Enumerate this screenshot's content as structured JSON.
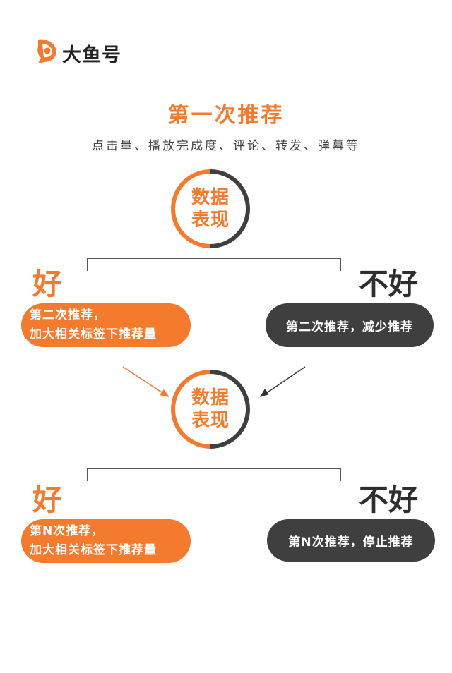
{
  "brand": {
    "name": "大鱼号",
    "colors": {
      "orange": "#f47a2e",
      "dark": "#3f3f3f"
    }
  },
  "header": {
    "title": "第一次推荐",
    "subtitle": "点击量、播放完成度、评论、转发、弹幕等"
  },
  "stage1": {
    "node": {
      "line1": "数据",
      "line2": "表现"
    },
    "good": {
      "label": "好",
      "line1": "第二次推荐，",
      "line2": "加大相关标签下推荐量"
    },
    "bad": {
      "label": "不好",
      "text": "第二次推荐，减少推荐"
    }
  },
  "stage2": {
    "node": {
      "line1": "数据",
      "line2": "表现"
    },
    "good": {
      "label": "好",
      "line1": "第N次推荐，",
      "line2": "加大相关标签下推荐量"
    },
    "bad": {
      "label": "不好",
      "text": "第N次推荐，停止推荐"
    }
  }
}
